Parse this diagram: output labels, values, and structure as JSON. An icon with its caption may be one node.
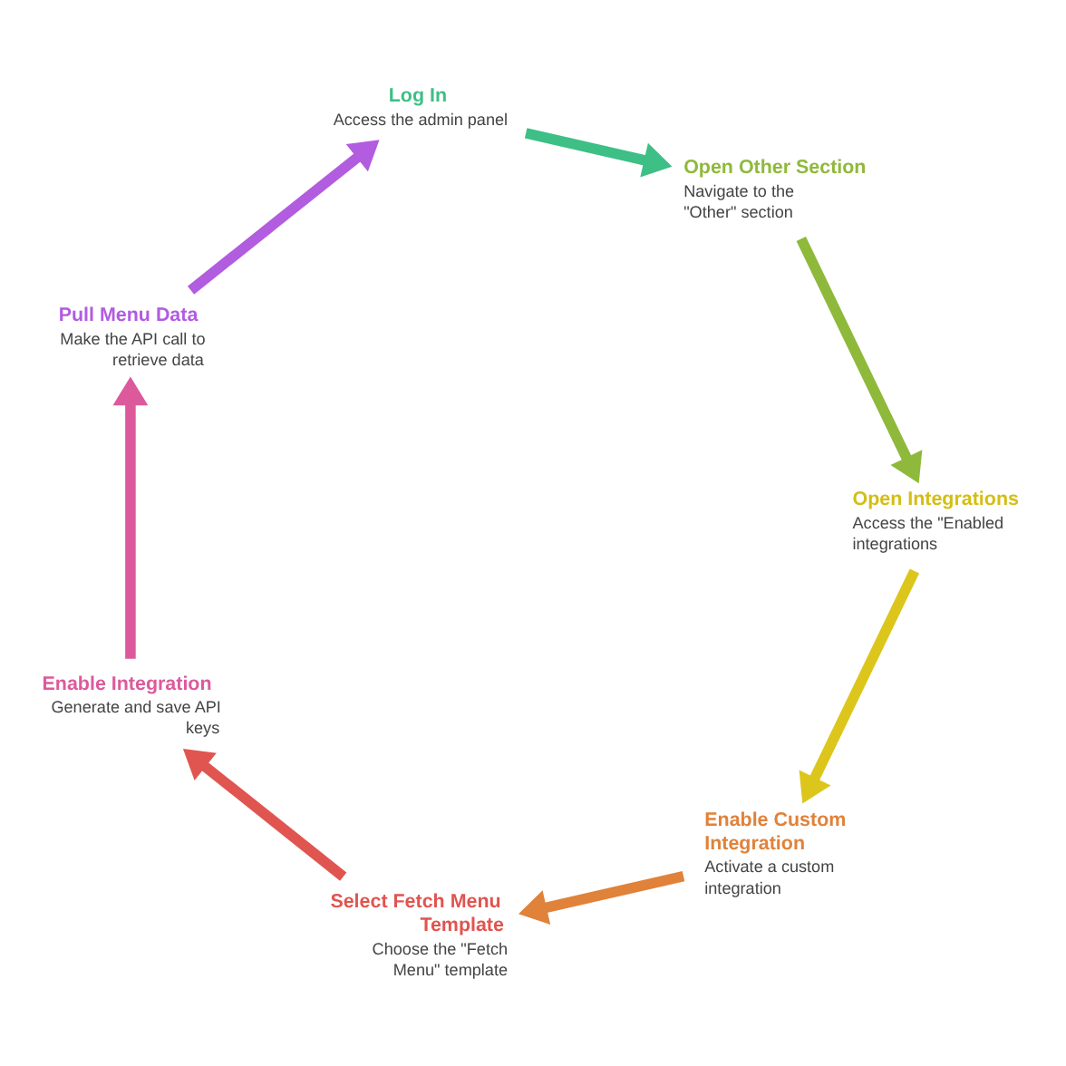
{
  "diagram": {
    "nodes": [
      {
        "text": [
          "Log In",
          "Access the admin panel"
        ]
      },
      {
        "text": [
          "Open Other Section",
          "Navigate to the \"Other\" section"
        ]
      },
      {
        "text": [
          "Open Integrations",
          "Access the \"Enabled integrations"
        ]
      },
      {
        "text": [
          "Enable Custom Integration",
          "Activate a custom integration"
        ]
      },
      {
        "text": [
          "Select Fetch Menu Template",
          "Choose the \"Fetch Menu\" template"
        ]
      },
      {
        "text": [
          "Enable Integration",
          "Generate and save API keys"
        ]
      },
      {
        "text": [
          "Pull Menu Data",
          "Make the API call to retrieve data"
        ]
      }
    ],
    "edges": [
      {
        "from": 0,
        "to": 1,
        "arrow": "to",
        "color": "#3dbf86"
      },
      {
        "from": 1,
        "to": 2,
        "arrow": "to",
        "color": "#8fb93b"
      },
      {
        "from": 2,
        "to": 3,
        "arrow": "to",
        "color": "#dcc61c"
      },
      {
        "from": 3,
        "to": 4,
        "arrow": "to",
        "color": "#e0823a"
      },
      {
        "from": 4,
        "to": 5,
        "arrow": "to",
        "color": "#e05550"
      },
      {
        "from": 5,
        "to": 6,
        "arrow": "to",
        "color": "#dc5a9c"
      },
      {
        "from": 6,
        "to": 0,
        "arrow": "to",
        "color": "#b25ce0"
      }
    ]
  }
}
